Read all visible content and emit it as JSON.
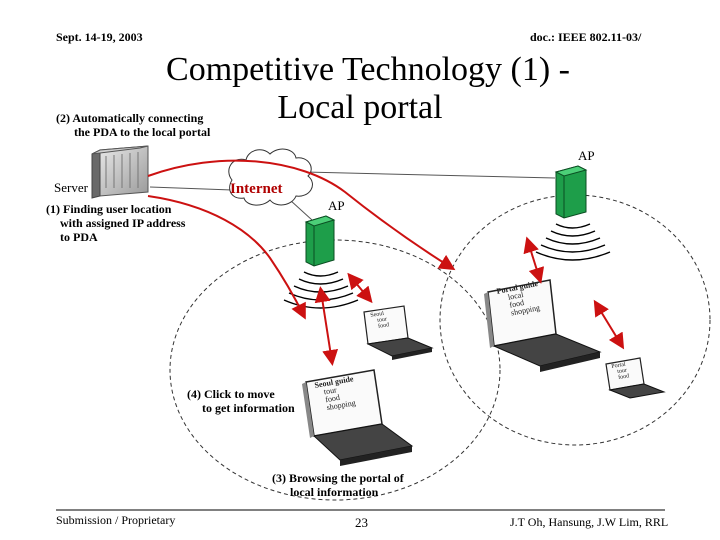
{
  "header": {
    "date": "Sept. 14-19, 2003",
    "doc": "doc.: IEEE 802.11-03/"
  },
  "title": {
    "line1": "Competitive Technology (1) -",
    "line2": "Local portal"
  },
  "labels": {
    "step2_line1": "(2) Automatically connecting",
    "step2_line2": "the PDA to the local portal",
    "server": "Server",
    "step1_line1": "(1) Finding user location",
    "step1_line2": "with assigned IP address",
    "step1_line3": "to PDA",
    "internet": "Internet",
    "ap_top": "AP",
    "ap_mid": "AP",
    "step4_line1": "(4) Click to move",
    "step4_line2": "to get information",
    "step3_line1": "(3) Browsing the portal of",
    "step3_line2": "local information"
  },
  "screens": {
    "right": [
      "Portal guide",
      "local",
      "food",
      "shopping"
    ],
    "center": [
      "Seoul guide",
      "tour",
      "food",
      "shopping"
    ],
    "small_mid": [
      "Seoul",
      "tour",
      "food"
    ],
    "small_right": [
      "Portal",
      "tour",
      "food"
    ]
  },
  "footer": {
    "left": "Submission / Proprietary",
    "page": "23",
    "right": "J.T Oh, Hansung, J.W Lim, RRL"
  },
  "colors": {
    "ap_green": "#1e9e4a",
    "arrow_red": "#cc1111"
  }
}
